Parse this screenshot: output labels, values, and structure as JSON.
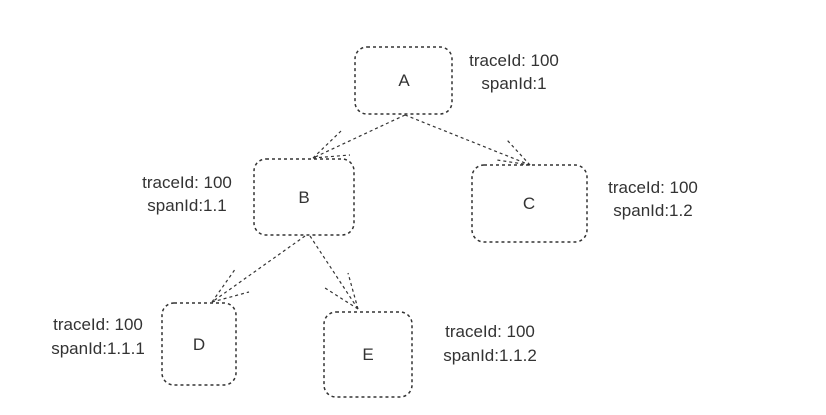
{
  "nodes": {
    "A": {
      "label": "A",
      "trace": "traceId: 100",
      "span": "spanId:1"
    },
    "B": {
      "label": "B",
      "trace": "traceId: 100",
      "span": "spanId:1.1"
    },
    "C": {
      "label": "C",
      "trace": "traceId: 100",
      "span": "spanId:1.2"
    },
    "D": {
      "label": "D",
      "trace": "traceId: 100",
      "span": "spanId:1.1.1"
    },
    "E": {
      "label": "E",
      "trace": "traceId: 100",
      "span": "spanId:1.1.2"
    }
  },
  "edges": [
    {
      "from": "A",
      "to": "B"
    },
    {
      "from": "A",
      "to": "C"
    },
    {
      "from": "B",
      "to": "D"
    },
    {
      "from": "B",
      "to": "E"
    }
  ]
}
